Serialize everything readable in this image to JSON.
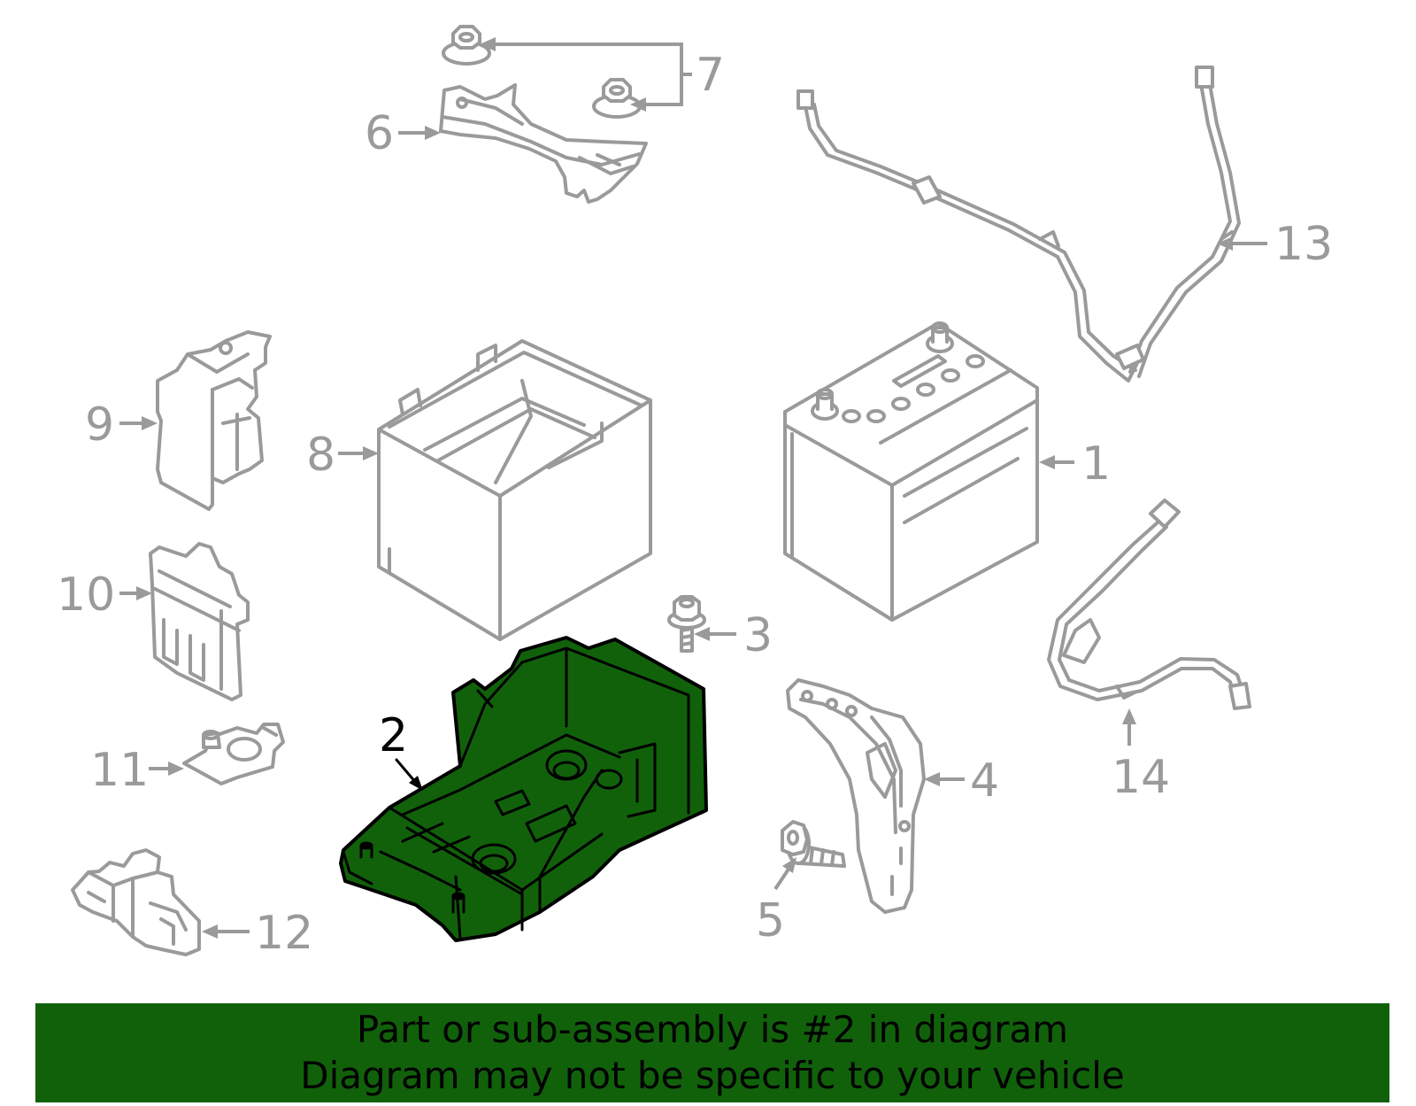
{
  "callouts": {
    "c1": "1",
    "c2": "2",
    "c3": "3",
    "c4": "4",
    "c5": "5",
    "c6": "6",
    "c7": "7",
    "c8": "8",
    "c9": "9",
    "c10": "10",
    "c11": "11",
    "c12": "12",
    "c13": "13",
    "c14": "14"
  },
  "highlighted_part": "2",
  "colors": {
    "highlight": "#11610b",
    "outline": "#9a9a9a"
  },
  "banner": {
    "line1": "Part or sub-assembly is #2 in diagram",
    "line2": "Diagram may not be specific to your vehicle"
  }
}
